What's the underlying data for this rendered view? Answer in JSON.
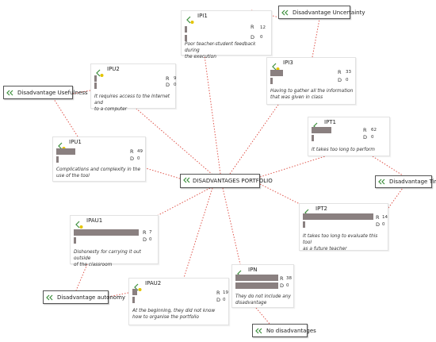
{
  "center": {
    "label": "DISADVANTAGES PORTFOLIO"
  },
  "categories": [
    {
      "id": "cat-uncertainty",
      "label": "Disadvantage Uncertainty"
    },
    {
      "id": "cat-usefulness",
      "label": "Disadvantage Usefulness"
    },
    {
      "id": "cat-time",
      "label": "Disadvantage Time"
    },
    {
      "id": "cat-autonomy",
      "label": "Disadvantage autonomy"
    },
    {
      "id": "cat-none",
      "label": "No disadvantages"
    }
  ],
  "codes": [
    {
      "id": "IPI1",
      "code": "IPI1",
      "r": 12,
      "d": 0,
      "r_label": "R",
      "d_label": "D",
      "desc_lines": [
        "Poor teacher-student feedback during",
        "the execution"
      ]
    },
    {
      "id": "IPI3",
      "code": "IPI3",
      "r": 33,
      "d": 0,
      "r_label": "R",
      "d_label": "D",
      "desc_lines": [
        "Having to gather all the information",
        "that was given in class"
      ]
    },
    {
      "id": "IPU2",
      "code": "IPU2",
      "r": 9,
      "d": 0,
      "r_label": "R",
      "d_label": "D",
      "desc_lines": [
        "It requires access to the Internet and",
        "to a computer"
      ]
    },
    {
      "id": "IPU1",
      "code": "IPU1",
      "r": 49,
      "d": 0,
      "r_label": "R",
      "d_label": "D",
      "desc_lines": [
        "Complications and complexity in the",
        "use of the tool"
      ]
    },
    {
      "id": "IPT1",
      "code": "IPT1",
      "r": 62,
      "d": 0,
      "r_label": "R",
      "d_label": "D",
      "desc_lines": [
        "It takes too long to perform"
      ]
    },
    {
      "id": "IPT2",
      "code": "IPT2",
      "r": 14,
      "d": 0,
      "r_label": "R",
      "d_label": "D",
      "desc_lines": [
        "It takes too long to evaluate this tool",
        "as a future teacher"
      ]
    },
    {
      "id": "IPAU1",
      "code": "IPAU1",
      "r": 7,
      "d": 0,
      "r_label": "R",
      "d_label": "D",
      "desc_lines": [
        "Dishonesty for carrying it out outside",
        "of the classroom"
      ]
    },
    {
      "id": "IPAU2",
      "code": "IPAU2",
      "r": 19,
      "d": 0,
      "r_label": "R",
      "d_label": "D",
      "desc_lines": [
        "At the beginning, they did not know",
        "how to organise the portfolio"
      ]
    },
    {
      "id": "IPN",
      "code": "IPN",
      "r": 38,
      "d": 0,
      "r_label": "R",
      "d_label": "D",
      "desc_lines": [
        "They do not include any",
        "disadvantage"
      ]
    }
  ],
  "colors": {
    "link": "#e0584f",
    "bar": "#8a8080",
    "icon_green": "#3c8f3c",
    "icon_yellow": "#e3c400"
  }
}
